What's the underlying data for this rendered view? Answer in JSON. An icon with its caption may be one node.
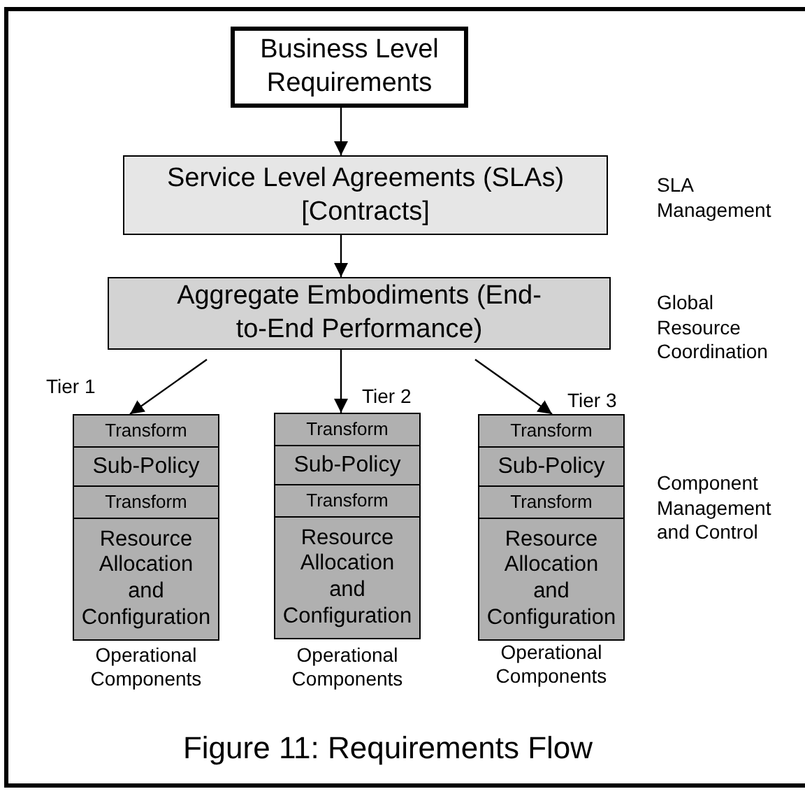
{
  "diagram": {
    "caption": "Figure 11: Requirements Flow",
    "nodes": [
      {
        "text": [
          "Business Level Requirements"
        ]
      },
      {
        "text": [
          "Service Level Agreements (SLAs) [Contracts]"
        ]
      },
      {
        "text": [
          "Aggregate Embodiments (End-to-End Performance)"
        ]
      },
      {
        "text": [],
        "shape": "box",
        "beside": [
          "Tier 1",
          "Operational Components"
        ]
      },
      {
        "text": [
          "Transform"
        ],
        "in": 3
      },
      {
        "text": [
          "Sub-Policy"
        ],
        "in": 3
      },
      {
        "text": [
          "Transform"
        ],
        "in": 3
      },
      {
        "text": [
          "Resource Allocation and Configuration"
        ],
        "in": 3
      },
      {
        "text": [],
        "shape": "box",
        "beside": [
          "Tier 2",
          "Operational Components"
        ]
      },
      {
        "text": [
          "Transform"
        ],
        "in": 8
      },
      {
        "text": [
          "Sub-Policy"
        ],
        "in": 8
      },
      {
        "text": [
          "Transform"
        ],
        "in": 8
      },
      {
        "text": [
          "Resource Allocation and Configuration"
        ],
        "in": 8
      },
      {
        "text": [],
        "shape": "box",
        "beside": [
          "Tier 3",
          "Operational Components"
        ]
      },
      {
        "text": [
          "Transform"
        ],
        "in": 13
      },
      {
        "text": [
          "Sub-Policy"
        ],
        "in": 13
      },
      {
        "text": [
          "Transform"
        ],
        "in": 13
      },
      {
        "text": [
          "Resource Allocation and Configuration"
        ],
        "in": 13
      }
    ],
    "edges": [
      {
        "from": 0,
        "to": 1,
        "arrow": "to"
      },
      {
        "from": 1,
        "to": 2,
        "arrow": "to"
      },
      {
        "from": 2,
        "to": 3,
        "arrow": "to"
      },
      {
        "from": 2,
        "to": 8,
        "arrow": "to"
      },
      {
        "from": 2,
        "to": 13,
        "arrow": "to"
      }
    ],
    "labels": [
      "SLA Management",
      "Global Resource Coordination",
      "Component Management and Control"
    ]
  }
}
